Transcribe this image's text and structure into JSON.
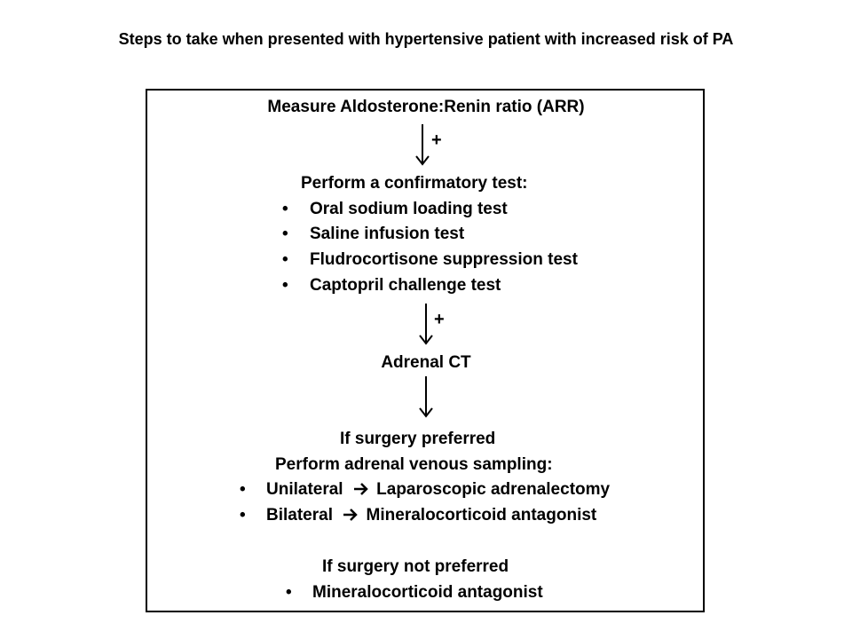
{
  "title": "Steps to take when presented with hypertensive patient with increased risk of PA",
  "bullet_char": "•",
  "steps": {
    "arr": "Measure Aldosterone:Renin ratio (ARR)",
    "plus1": "+",
    "confirm_heading": "Perform a confirmatory test:",
    "confirm_tests": [
      "Oral sodium loading test",
      "Saline infusion test",
      "Fludrocortisone suppression test",
      "Captopril challenge test"
    ],
    "plus2": "+",
    "ct": "Adrenal CT",
    "surgery_heading": "If surgery preferred",
    "avs_heading": "Perform adrenal venous sampling:",
    "avs_options": [
      {
        "label": "Unilateral",
        "result": "Laparoscopic adrenalectomy"
      },
      {
        "label": "Bilateral",
        "result": "Mineralocorticoid antagonist"
      }
    ],
    "no_surgery_heading": "If surgery not preferred",
    "no_surgery_option": "Mineralocorticoid antagonist"
  },
  "colors": {
    "text": "#000000",
    "border": "#000000",
    "background": "#ffffff"
  }
}
